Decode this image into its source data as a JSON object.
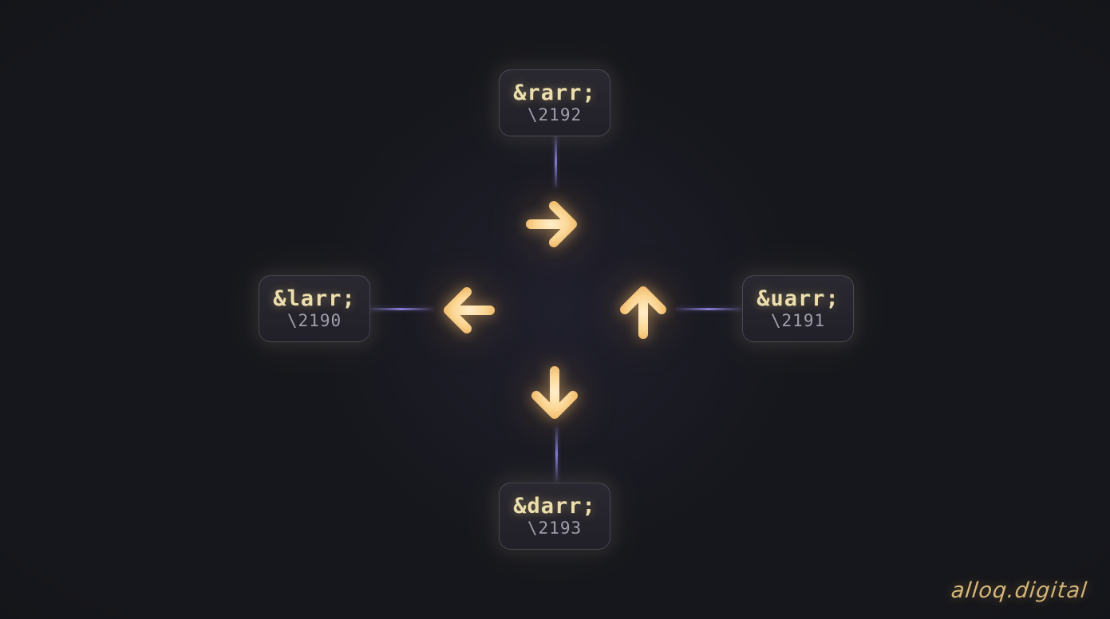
{
  "watermark": "alloq.digital",
  "colors": {
    "background": "#16171c",
    "box_background": "#25242b",
    "box_border": "#4a4752",
    "entity_text": "#ecdfad",
    "code_text": "#a29fae",
    "connector_line": "#837bd2",
    "arrow_inner": "#ffeecb",
    "arrow_outer": "#eeb25e",
    "watermark_text": "#d8b97b"
  },
  "nodes": [
    {
      "direction": "right",
      "entity": "&rarr;",
      "code": "\\2192",
      "icon": "arrow-right-icon"
    },
    {
      "direction": "left",
      "entity": "&larr;",
      "code": "\\2190",
      "icon": "arrow-left-icon"
    },
    {
      "direction": "up",
      "entity": "&uarr;",
      "code": "\\2191",
      "icon": "arrow-up-icon"
    },
    {
      "direction": "down",
      "entity": "&darr;",
      "code": "\\2193",
      "icon": "arrow-down-icon"
    }
  ]
}
